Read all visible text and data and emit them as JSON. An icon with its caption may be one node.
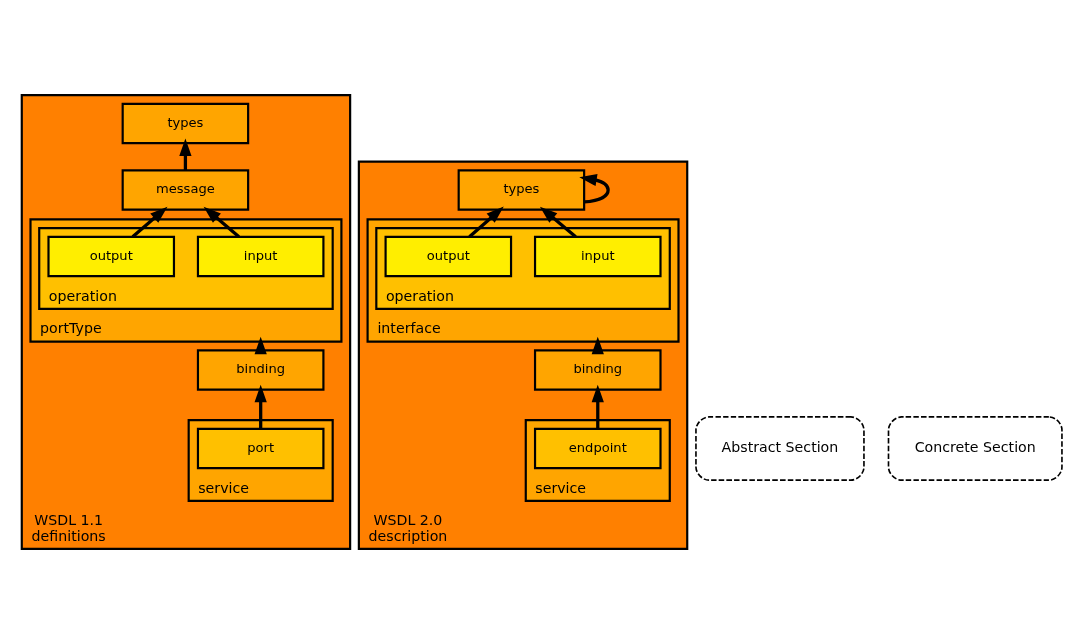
{
  "diagram": {
    "nodes": [
      {
        "text": [
          "WSDL 1.1",
          "definitions"
        ]
      },
      {
        "text": [
          "types"
        ],
        "in": 0
      },
      {
        "text": [
          "message"
        ],
        "in": 0
      },
      {
        "text": [
          "portType"
        ],
        "in": 0
      },
      {
        "text": [
          "operation"
        ],
        "in": 3
      },
      {
        "text": [
          "input"
        ],
        "in": 4
      },
      {
        "text": [
          "output"
        ],
        "in": 4
      },
      {
        "text": [
          "binding"
        ],
        "in": 0
      },
      {
        "text": [
          "service"
        ],
        "in": 0
      },
      {
        "text": [
          "port"
        ],
        "in": 8
      },
      {
        "text": [
          "WSDL 2.0",
          "description"
        ]
      },
      {
        "text": [
          "types"
        ],
        "in": 10
      },
      {
        "text": [
          "interface"
        ],
        "in": 10
      },
      {
        "text": [
          "operation"
        ],
        "in": 12
      },
      {
        "text": [
          "input"
        ],
        "in": 13
      },
      {
        "text": [
          "output"
        ],
        "in": 13
      },
      {
        "text": [
          "binding"
        ],
        "in": 10
      },
      {
        "text": [
          "service"
        ],
        "in": 10
      },
      {
        "text": [
          "endpoint"
        ],
        "in": 17
      },
      {
        "text": [
          "Abstract Section"
        ]
      },
      {
        "text": [
          "Concrete Section"
        ]
      }
    ],
    "edges": [
      {
        "from": 2,
        "to": 1,
        "arrow": "to"
      },
      {
        "from": 5,
        "to": 2,
        "arrow": "to"
      },
      {
        "from": 6,
        "to": 2,
        "arrow": "to"
      },
      {
        "from": 7,
        "to": 3,
        "arrow": "to"
      },
      {
        "from": 9,
        "to": 7,
        "arrow": "to"
      },
      {
        "from": 11,
        "to": 11,
        "arrow": "to"
      },
      {
        "from": 14,
        "to": 11,
        "arrow": "to"
      },
      {
        "from": 15,
        "to": 11,
        "arrow": "to"
      },
      {
        "from": 16,
        "to": 12,
        "arrow": "to"
      },
      {
        "from": 18,
        "to": 16,
        "arrow": "to"
      }
    ]
  }
}
